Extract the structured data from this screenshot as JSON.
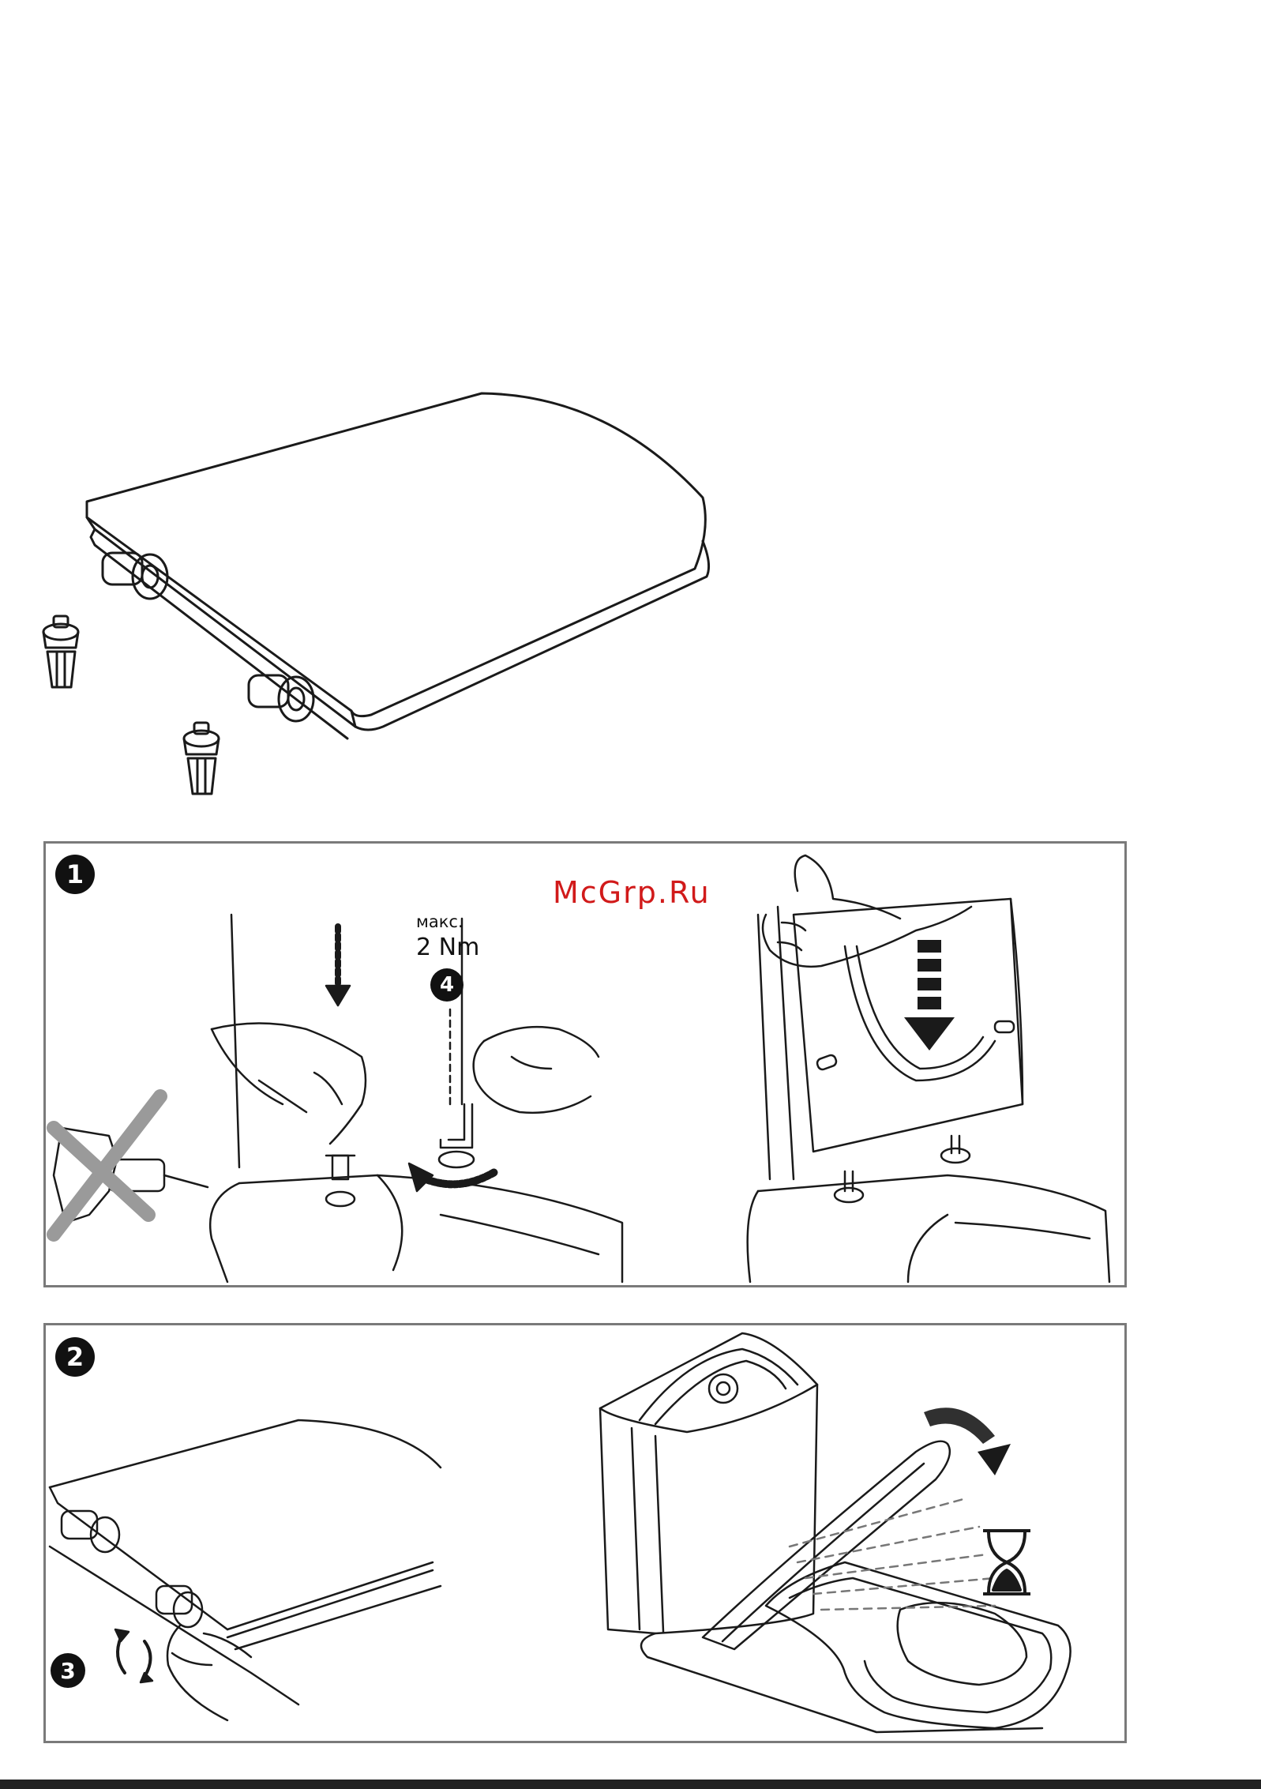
{
  "watermark": "McGrp.Ru",
  "steps": [
    {
      "number": "1"
    },
    {
      "number": "2"
    },
    {
      "number": "3"
    },
    {
      "number": "4"
    }
  ],
  "torque": {
    "prefix": "макс.",
    "value": "2 Nm"
  },
  "colors": {
    "watermark": "#d11a1a",
    "panel_border": "#7a7a7a",
    "line": "#1a1a1a"
  }
}
